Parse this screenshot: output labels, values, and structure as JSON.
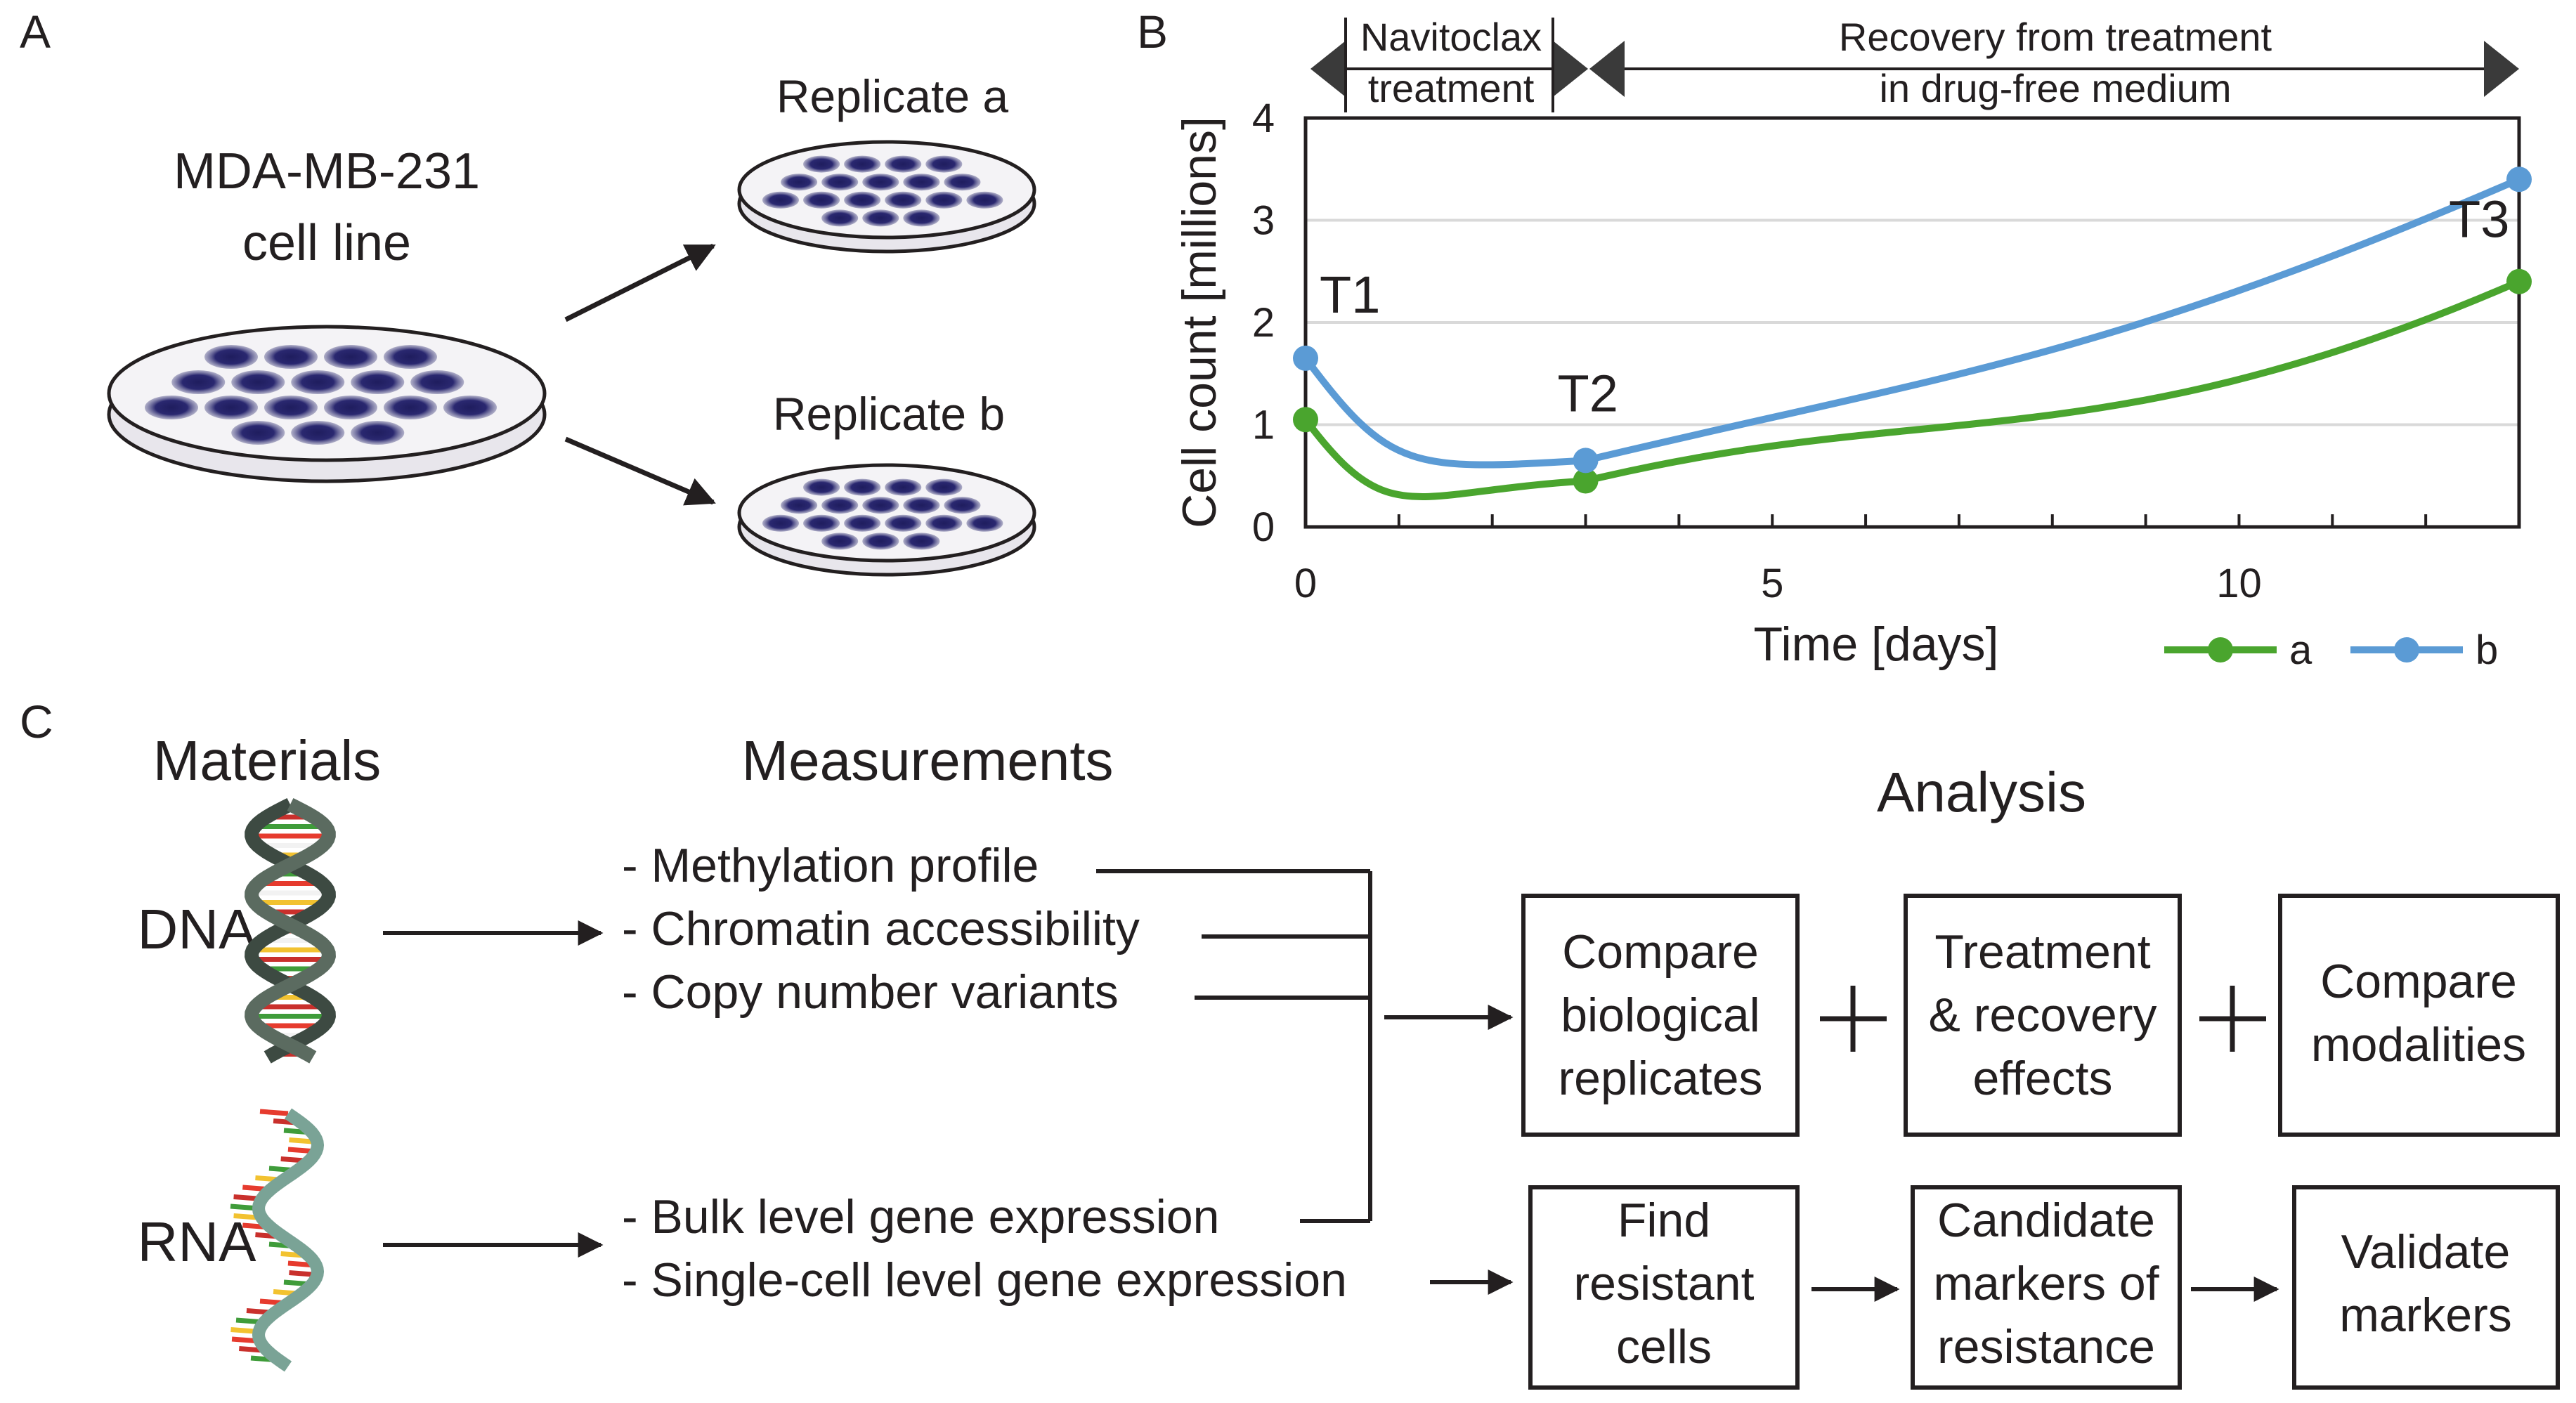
{
  "panel_a": {
    "label": "A",
    "source_line1": "MDA-MB-231",
    "source_line2": "cell line",
    "replicate_a": "Replicate a",
    "replicate_b": "Replicate b"
  },
  "panel_b": {
    "label": "B",
    "phase1_line1": "Navitoclax",
    "phase1_line2": "treatment",
    "phase2_line1": "Recovery from treatment",
    "phase2_line2": "in drug-free medium",
    "annotations": [
      "T1",
      "T2",
      "T3"
    ],
    "legend": [
      "a",
      "b"
    ]
  },
  "chart_data": {
    "type": "line",
    "xlabel": "Time [days]",
    "ylabel": "Cell count [millions]",
    "xlim": [
      0,
      13
    ],
    "ylim": [
      0,
      4
    ],
    "x_ticks": [
      "0",
      "5",
      "10"
    ],
    "y_ticks": [
      "0",
      "1",
      "2",
      "3",
      "4"
    ],
    "grid": "horizontal",
    "legend_position": "bottom-right",
    "series": [
      {
        "name": "a",
        "color": "#4aa52e",
        "x": [
          0,
          3,
          13
        ],
        "y": [
          1.05,
          0.45,
          2.4
        ]
      },
      {
        "name": "b",
        "color": "#5b9bd5",
        "x": [
          0,
          3,
          13
        ],
        "y": [
          1.65,
          0.65,
          3.4
        ]
      }
    ],
    "point_labels": [
      {
        "text": "T1",
        "x": 0,
        "y": 1.65
      },
      {
        "text": "T2",
        "x": 3,
        "y": 0.65
      },
      {
        "text": "T3",
        "x": 13,
        "y": 3.4
      }
    ]
  },
  "panel_c": {
    "label": "C",
    "materials_header": "Materials",
    "measurements_header": "Measurements",
    "analysis_header": "Analysis",
    "dna_label": "DNA",
    "rna_label": "RNA",
    "dna_measurements": [
      "- Methylation profile",
      "- Chromatin accessibility",
      "- Copy number variants"
    ],
    "rna_measurements": [
      "- Bulk level gene expression",
      "- Single-cell level gene expression"
    ],
    "analysis_row1": [
      [
        "Compare",
        "biological",
        "replicates"
      ],
      [
        "Treatment",
        "& recovery",
        "effects"
      ],
      [
        "Compare",
        "modalities"
      ]
    ],
    "analysis_row2": [
      [
        "Find",
        "resistant",
        "cells"
      ],
      [
        "Candidate",
        "markers of",
        "resistance"
      ],
      [
        "Validate",
        "markers"
      ]
    ]
  }
}
